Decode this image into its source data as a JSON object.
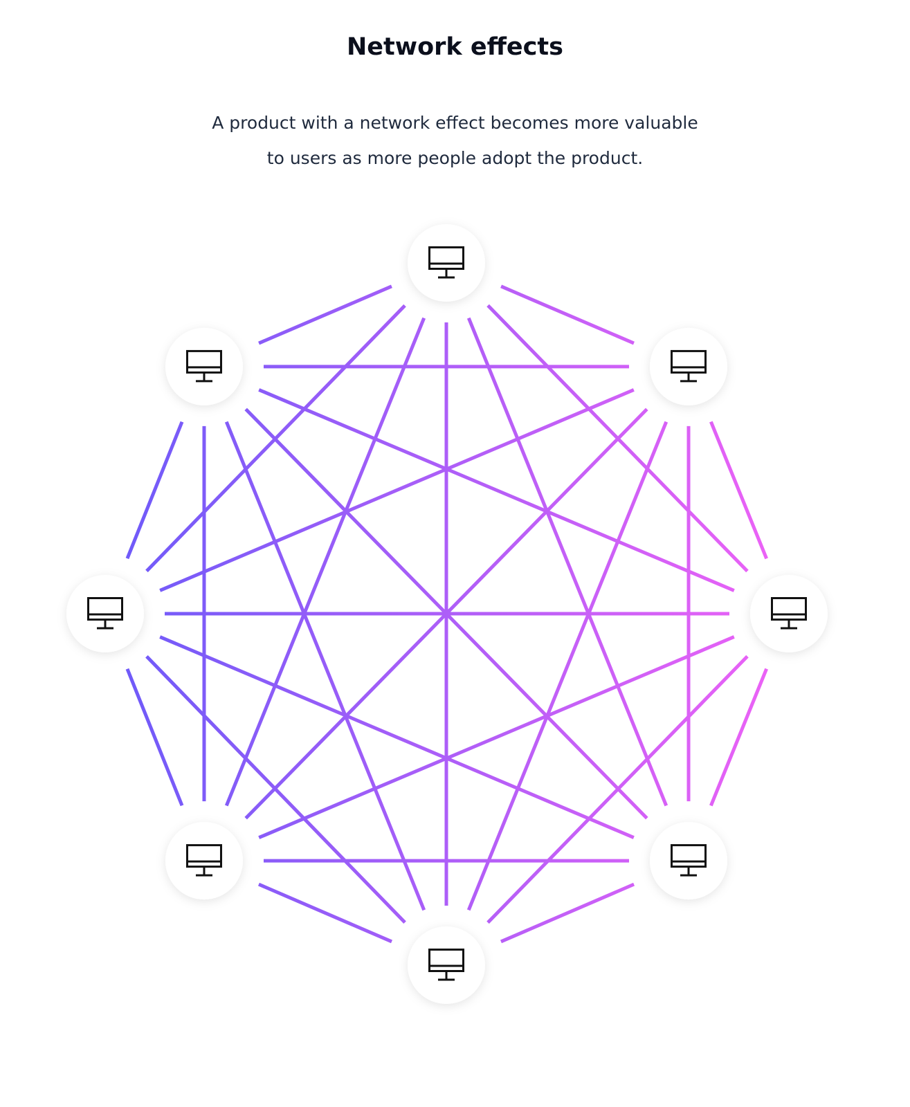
{
  "header": {
    "title": "Network effects",
    "subtitle_line1": "A product with a network effect becomes more valuable",
    "subtitle_line2": "to users as more people adopt the product."
  },
  "diagram": {
    "node_count": 8,
    "node_icon": "desktop-computer-icon",
    "gradient_start": "#6a5af9",
    "gradient_end": "#f062f6",
    "node_fill": "#ffffff",
    "icon_color": "#111111"
  }
}
